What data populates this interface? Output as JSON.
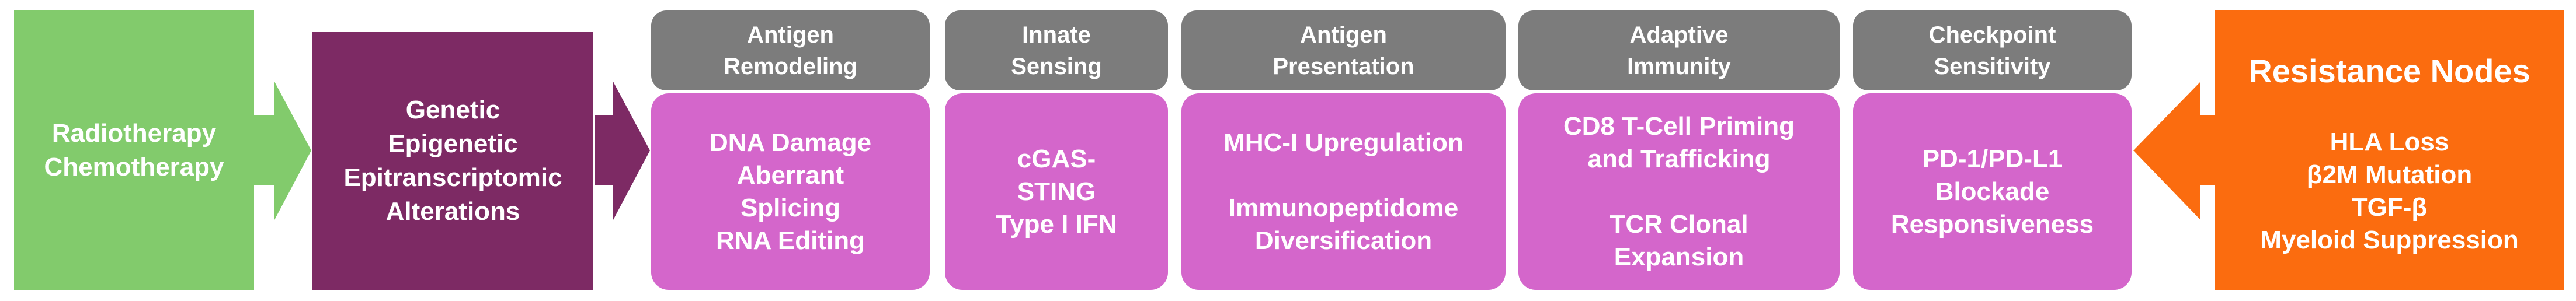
{
  "palette": {
    "green": "#82CB6C",
    "purple": "#7D2A64",
    "gray": "#7C7C7C",
    "pink": "#D466CB",
    "orange": "#FB6C0F",
    "text": "#FFFFFF",
    "bg": "#FFFFFF"
  },
  "flow": {
    "stimulus": {
      "lines": [
        "Radiotherapy",
        "Chemotherapy"
      ]
    },
    "alterations": {
      "lines": [
        "Genetic",
        "Epigenetic",
        "Epitranscriptomic",
        "Alterations"
      ]
    },
    "columns": [
      {
        "header": [
          "Antigen",
          "Remodeling"
        ],
        "body": [
          "DNA Damage",
          "Aberrant",
          "Splicing",
          "RNA Editing"
        ]
      },
      {
        "header": [
          "Innate",
          "Sensing"
        ],
        "body": [
          "cGAS-",
          "STING",
          "Type I IFN"
        ]
      },
      {
        "header": [
          "Antigen",
          "Presentation"
        ],
        "body": [
          "MHC-I Upregulation",
          "",
          "Immunopeptidome",
          "Diversification"
        ]
      },
      {
        "header": [
          "Adaptive",
          "Immunity"
        ],
        "body": [
          "CD8 T-Cell Priming",
          "and Trafficking",
          "",
          "TCR Clonal",
          "Expansion"
        ]
      },
      {
        "header": [
          "Checkpoint",
          "Sensitivity"
        ],
        "body": [
          "PD-1/PD-L1",
          "Blockade",
          "Responsiveness"
        ]
      }
    ],
    "resistance": {
      "title": "Resistance Nodes",
      "lines": [
        "HLA Loss",
        "β2M Mutation",
        "TGF-β",
        "Myeloid Suppression"
      ]
    }
  }
}
